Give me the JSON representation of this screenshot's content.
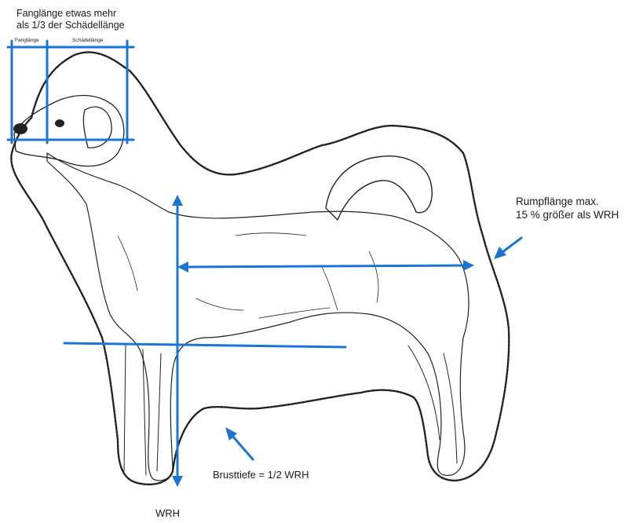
{
  "labels": {
    "fang_note_line1": "Fanglänge etwas mehr",
    "fang_note_line2": "als 1/3 der Schädellänge",
    "fang_small": "Fanglänge",
    "schaedel_small": "Schädellänge",
    "rumpf_line1": "Rumpflänge max.",
    "rumpf_line2": "15 % größer als WRH",
    "brust": "Brusttiefe = 1/2 WRH",
    "wrh": "WRH"
  },
  "colors": {
    "measure_blue": "#1b74d1",
    "sketch": "#222222",
    "background": "#ffffff"
  }
}
